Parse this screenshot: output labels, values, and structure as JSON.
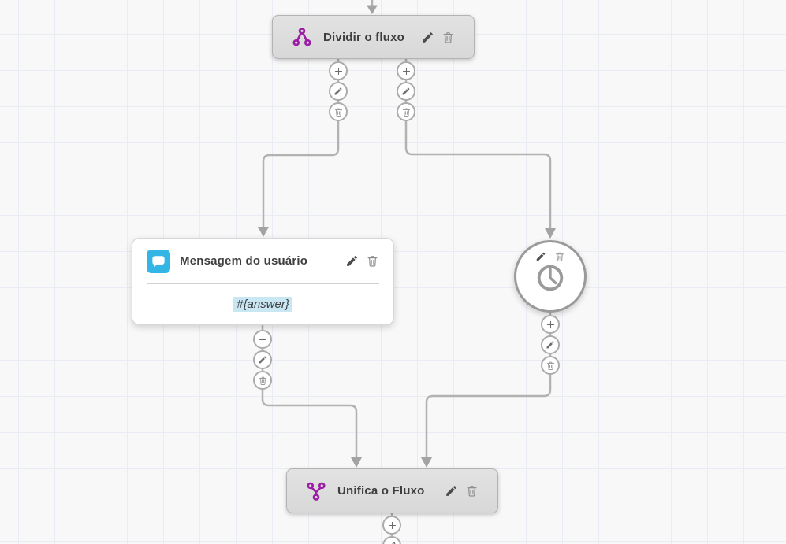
{
  "flow": {
    "nodes": {
      "split": {
        "label": "Dividir o fluxo"
      },
      "user_message": {
        "label": "Mensagem do usuário",
        "body": "#{answer}"
      },
      "merge": {
        "label": "Unifica o Fluxo"
      }
    },
    "icons": {
      "split": "split-branch-icon",
      "user_message": "chat-bubble-icon",
      "timer": "clock-icon",
      "merge": "merge-branch-icon",
      "actions": [
        "plus-icon",
        "pencil-icon",
        "trash-icon"
      ]
    }
  },
  "colors": {
    "accent_purple": "#9b1fa5",
    "message_blue": "#33b5e5",
    "variable_highlight": "#c9e6f3",
    "connector_gray": "#b2b2b2",
    "node_gray": "#dcdcdc",
    "canvas_bg": "#f8f8f9",
    "grid_line": "#e9ecf2"
  }
}
